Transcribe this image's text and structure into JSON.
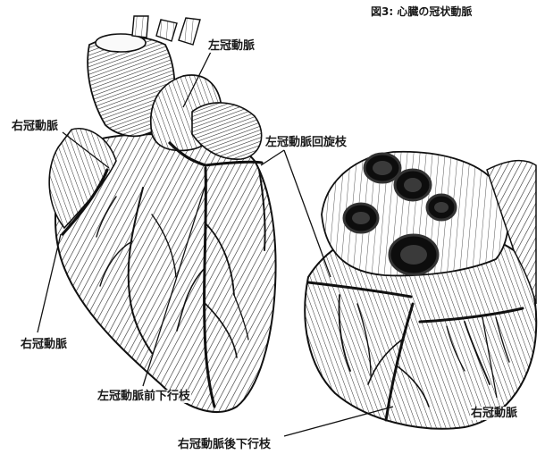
{
  "figure": {
    "title": "図3: 心臓の冠状動脈"
  },
  "labels": {
    "left_coronary": "左冠動脈",
    "right_coronary_upper": "右冠動脈",
    "circumflex": "左冠動脈回旋枝",
    "right_coronary_lower_left": "右冠動脈",
    "lad": "左冠動脈前下行枝",
    "pda": "右冠動脈後下行枝",
    "right_coronary_right": "右冠動脈"
  },
  "colors": {
    "ink": "#1a1a1a",
    "vessel": "#111111",
    "opening": "#0d0d0d",
    "background": "#ffffff"
  }
}
